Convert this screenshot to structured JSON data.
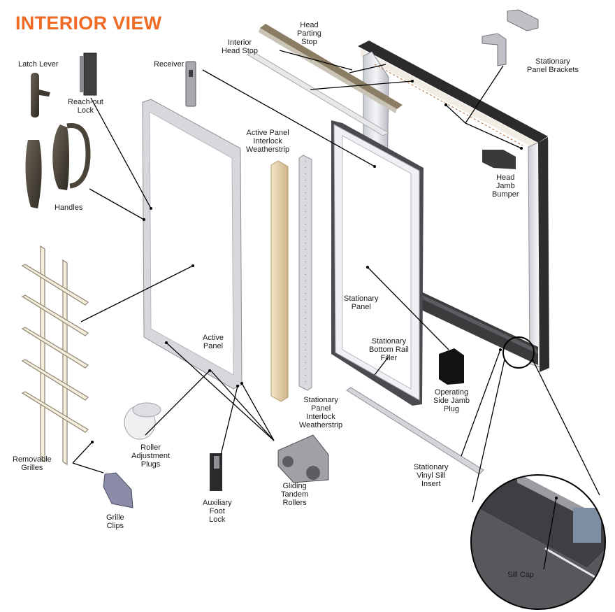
{
  "title": "INTERIOR VIEW",
  "colors": {
    "title": "#ef6a23",
    "frame": "#e4e6ea",
    "hardware": "#4a4337",
    "weatherstrip": "#e8d6ad"
  },
  "labels": {
    "latch_lever": [
      "Latch Lever"
    ],
    "reach_out_lock": [
      "Reach-out",
      "Lock"
    ],
    "receiver": [
      "Receiver"
    ],
    "handles": [
      "Handles"
    ],
    "interior_head_stop": [
      "Interior",
      "Head Stop"
    ],
    "head_parting_stop": [
      "Head",
      "Parting",
      "Stop"
    ],
    "stationary_panel_brackets": [
      "Stationary",
      "Panel Brackets"
    ],
    "active_panel_interlock_weatherstrip": [
      "Active Panel",
      "Interlock",
      "Weatherstrip"
    ],
    "head_jamb_bumper": [
      "Head",
      "Jamb",
      "Bumper"
    ],
    "stationary_panel": [
      "Stationary",
      "Panel"
    ],
    "active_panel": [
      "Active",
      "Panel"
    ],
    "stationary_bottom_rail_filler": [
      "Stationary",
      "Bottom Rail",
      "Filler"
    ],
    "operating_side_jamb_plug": [
      "Operating",
      "Side Jamb",
      "Plug"
    ],
    "stationary_panel_interlock_weatherstrip": [
      "Stationary",
      "Panel",
      "Interlock",
      "Weatherstrip"
    ],
    "removable_grilles": [
      "Removable",
      "Grilles"
    ],
    "roller_adjustment_plugs": [
      "Roller",
      "Adjustment",
      "Plugs"
    ],
    "stationary_vinyl_sill_insert": [
      "Stationary",
      "Vinyl Sill",
      "Insert"
    ],
    "grille_clips": [
      "Grille",
      "Clips"
    ],
    "auxiliary_foot_lock": [
      "Auxiliary",
      "Foot",
      "Lock"
    ],
    "gliding_tandem_rollers": [
      "Gliding",
      "Tandem",
      "Rollers"
    ],
    "sill_cap": [
      "Sill Cap"
    ]
  }
}
